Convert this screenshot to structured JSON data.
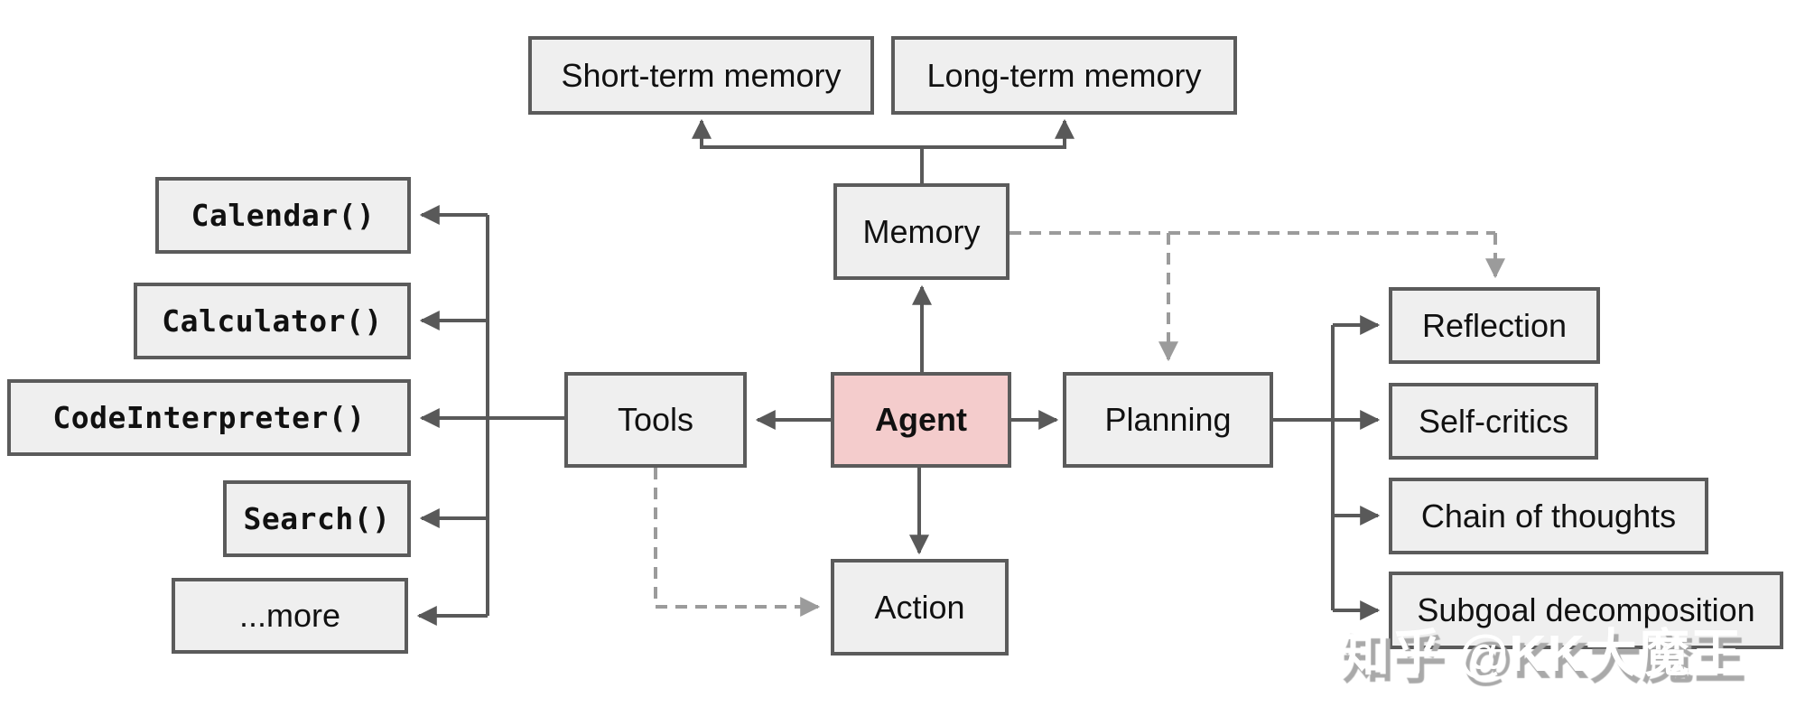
{
  "diagram": {
    "nodes": {
      "short_term_memory": "Short-term memory",
      "long_term_memory": "Long-term memory",
      "memory": "Memory",
      "agent": "Agent",
      "tools": "Tools",
      "planning": "Planning",
      "action": "Action",
      "calendar": "Calendar()",
      "calculator": "Calculator()",
      "code_interpreter": "CodeInterpreter()",
      "search": "Search()",
      "more": "...more",
      "reflection": "Reflection",
      "self_critics": "Self-critics",
      "chain_of_thoughts": "Chain of thoughts",
      "subgoal_decomposition": "Subgoal decomposition"
    },
    "watermark": "知乎 @KK大魔王",
    "colors": {
      "node_fill": "#efefef",
      "node_border": "#5b5b5b",
      "agent_fill": "#f4cccc",
      "solid_connector": "#595959",
      "dashed_connector": "#9b9b9b",
      "watermark_text": "#ffffff",
      "watermark_shadow": "#a9a9a9"
    }
  }
}
